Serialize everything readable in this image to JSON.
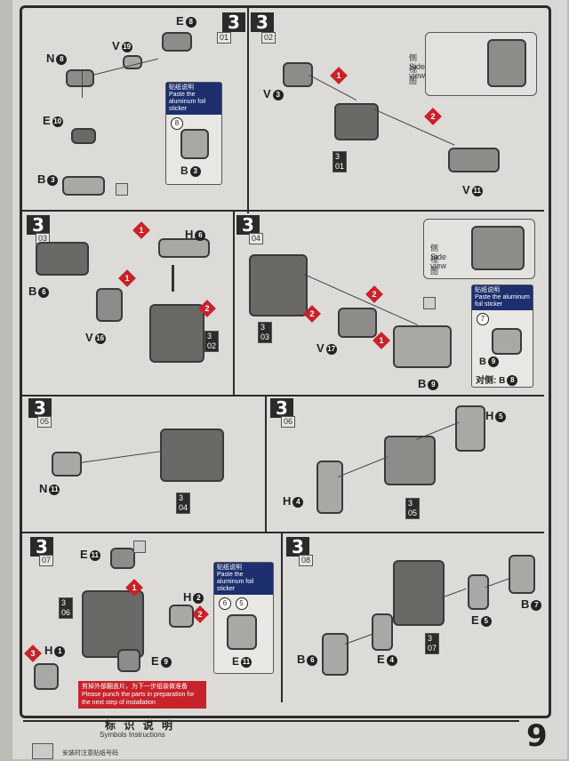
{
  "page_number": "9",
  "footer": {
    "title": "标 识 说 明",
    "subtitle": "Symbols Instructions",
    "symbol_text": "安装时注意贴纸号码"
  },
  "steps": {
    "s01": {
      "num": "3",
      "sub": "01",
      "labels": {
        "e": "E",
        "e_n": "8",
        "v": "V",
        "v_n": "19",
        "n": "N",
        "n_n": "8",
        "e2": "E",
        "e2_n": "10",
        "b": "B",
        "b_n": "3"
      },
      "sticker": {
        "title": "贴纸说明",
        "note": "Paste the aluminum foil sticker",
        "num": "8",
        "part": "B",
        "part_n": "3"
      }
    },
    "s02": {
      "num": "3",
      "sub": "02",
      "ref": "01",
      "labels": {
        "v": "V",
        "v_n": "3",
        "v2": "V",
        "v2_n": "11"
      },
      "side": {
        "title": "侧视图",
        "sub": "Side view"
      },
      "arrow1": "1",
      "arrow2": "2"
    },
    "s03": {
      "num": "3",
      "sub": "03",
      "ref": "02",
      "labels": {
        "h": "H",
        "h_n": "6",
        "b": "B",
        "b_n": "6",
        "v": "V",
        "v_n": "16"
      },
      "arrow1": "1",
      "arrow1b": "1",
      "arrow2": "2"
    },
    "s04": {
      "num": "3",
      "sub": "04",
      "ref": "03",
      "labels": {
        "v": "V",
        "v_n": "17",
        "b": "B",
        "b_n": "9"
      },
      "side": {
        "title": "侧视图",
        "sub": "Side view"
      },
      "sticker": {
        "title": "贴纸说明",
        "note": "Paste the aluminum foil sticker",
        "num": "7",
        "part": "B",
        "part_n": "9",
        "pair": "对侧:",
        "pair_part": "B",
        "pair_n": "8"
      },
      "arrow1": "1",
      "arrow2": "2",
      "arrow2b": "2"
    },
    "s05": {
      "num": "3",
      "sub": "05",
      "ref": "04",
      "labels": {
        "n": "N",
        "n_n": "11"
      }
    },
    "s06": {
      "num": "3",
      "sub": "06",
      "ref": "05",
      "labels": {
        "h": "H",
        "h_n": "5",
        "h2": "H",
        "h2_n": "4"
      }
    },
    "s07": {
      "num": "3",
      "sub": "07",
      "ref": "06",
      "labels": {
        "e": "E",
        "e_n": "11",
        "h": "H",
        "h_n": "2",
        "h2": "H",
        "h2_n": "1",
        "e2": "E",
        "e2_n": "9"
      },
      "sticker": {
        "title": "贴纸说明",
        "note": "Paste the aluminum foil sticker",
        "num1": "6",
        "num2": "5",
        "part": "E",
        "part_n": "11"
      },
      "warning": "剪掉外部翻盖片，为下一步组装做准备 Please punch the parts in preparation for the next step of installation",
      "arrow1": "1",
      "arrow2": "2",
      "arrow3": "3"
    },
    "s08": {
      "num": "3",
      "sub": "08",
      "ref": "07",
      "labels": {
        "b": "B",
        "b_n": "7",
        "e": "E",
        "e_n": "5",
        "e2": "E",
        "e2_n": "4",
        "b2": "B",
        "b2_n": "6"
      }
    }
  }
}
